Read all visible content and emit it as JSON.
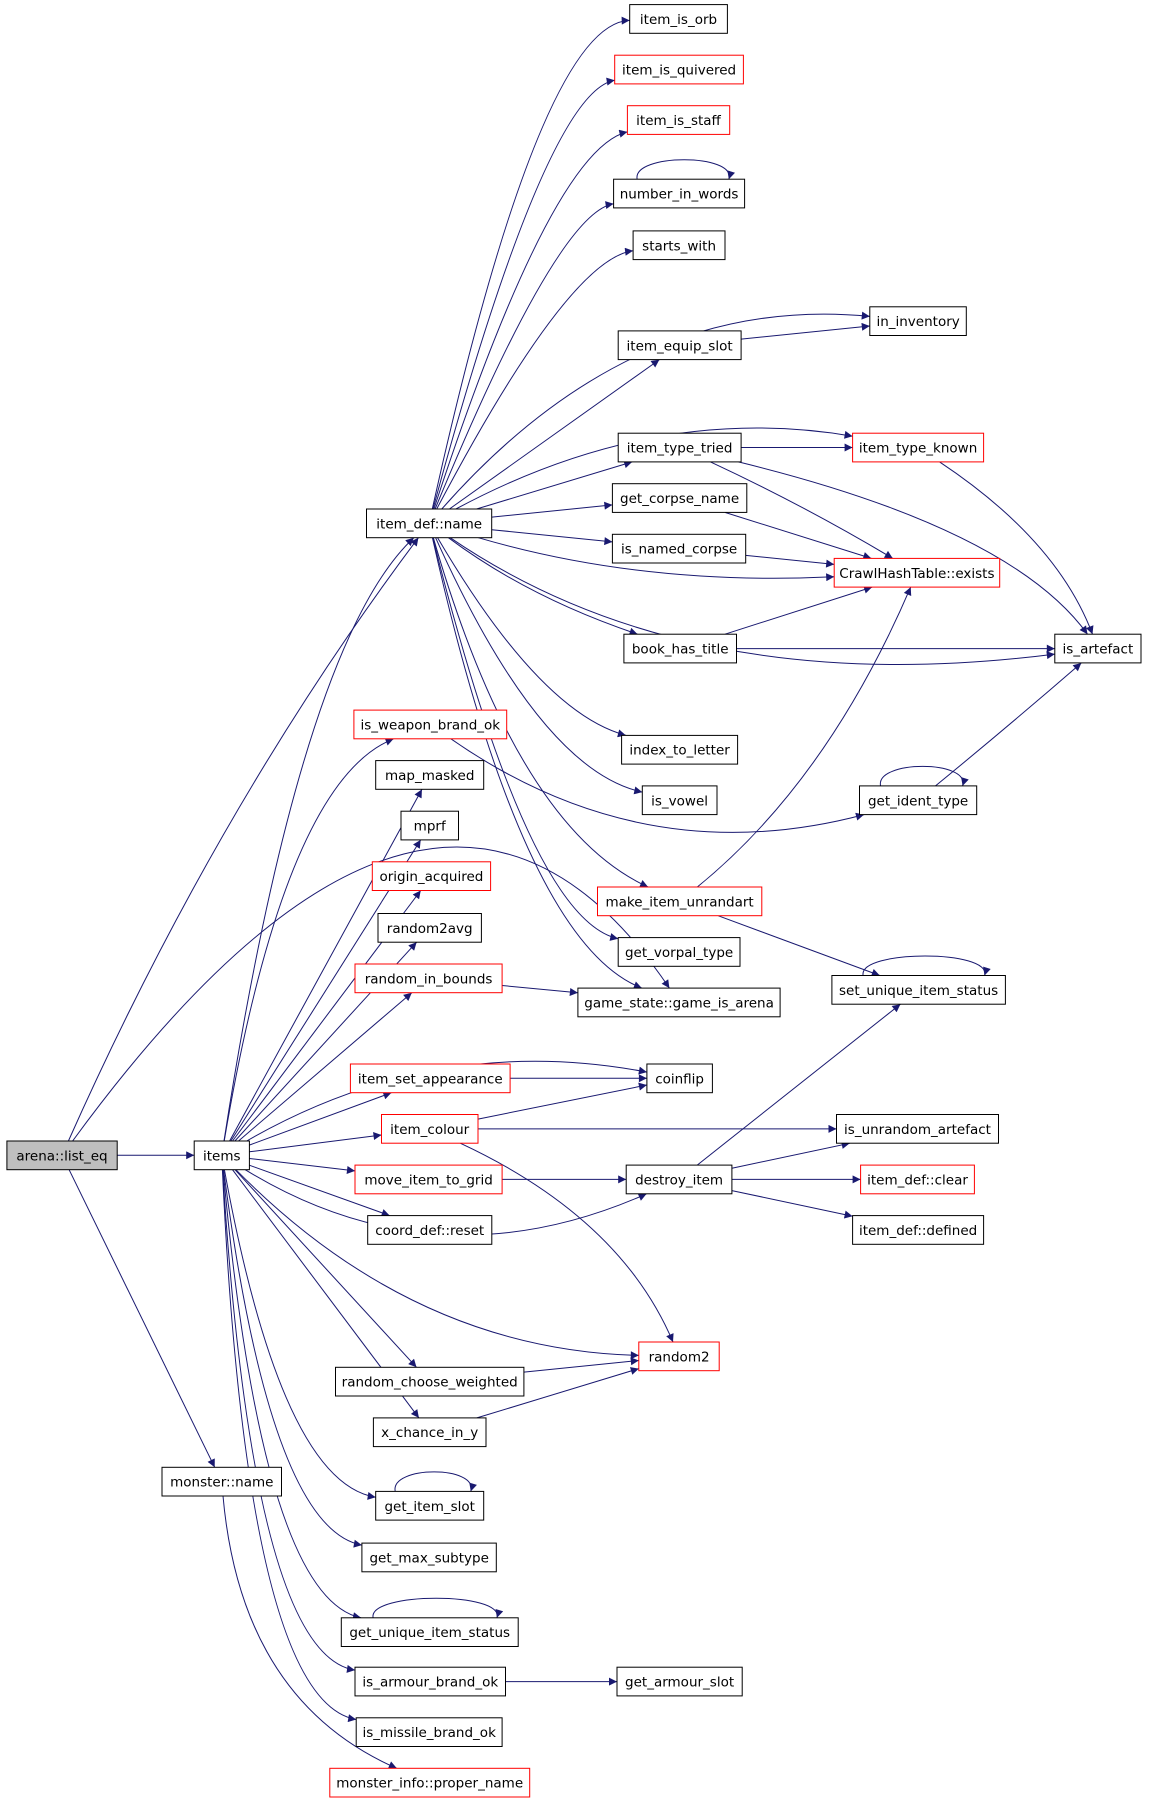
{
  "title": "",
  "colors": {
    "edge": "#191970",
    "red_border": "#ff0000",
    "root_fill": "#bfbfbf"
  },
  "nodes": {
    "list_eq": {
      "label": "arena::list_eq",
      "style": "root"
    },
    "items": {
      "label": "items",
      "style": "normal"
    },
    "monster_name": {
      "label": "monster::name",
      "style": "normal"
    },
    "item_def_name": {
      "label": "item_def::name",
      "style": "normal"
    },
    "item_is_orb": {
      "label": "item_is_orb",
      "style": "normal"
    },
    "item_is_quivered": {
      "label": "item_is_quivered",
      "style": "red"
    },
    "item_is_staff": {
      "label": "item_is_staff",
      "style": "red"
    },
    "number_in_words": {
      "label": "number_in_words",
      "style": "normal"
    },
    "starts_with": {
      "label": "starts_with",
      "style": "normal"
    },
    "in_inventory": {
      "label": "in_inventory",
      "style": "normal"
    },
    "item_equip_slot": {
      "label": "item_equip_slot",
      "style": "normal"
    },
    "item_type_tried": {
      "label": "item_type_tried",
      "style": "normal"
    },
    "item_type_known": {
      "label": "item_type_known",
      "style": "red"
    },
    "get_corpse_name": {
      "label": "get_corpse_name",
      "style": "normal"
    },
    "is_named_corpse": {
      "label": "is_named_corpse",
      "style": "normal"
    },
    "crawl_exists": {
      "label": "CrawlHashTable::exists",
      "style": "red"
    },
    "book_has_title": {
      "label": "book_has_title",
      "style": "normal"
    },
    "is_artefact": {
      "label": "is_artefact",
      "style": "normal"
    },
    "is_weapon_brand_ok": {
      "label": "is_weapon_brand_ok",
      "style": "red"
    },
    "index_to_letter": {
      "label": "index_to_letter",
      "style": "normal"
    },
    "map_masked": {
      "label": "map_masked",
      "style": "normal"
    },
    "is_vowel": {
      "label": "is_vowel",
      "style": "normal"
    },
    "get_ident_type": {
      "label": "get_ident_type",
      "style": "normal"
    },
    "mprf": {
      "label": "mprf",
      "style": "normal"
    },
    "origin_acquired": {
      "label": "origin_acquired",
      "style": "red"
    },
    "make_item_unrandart": {
      "label": "make_item_unrandart",
      "style": "red"
    },
    "random2avg": {
      "label": "random2avg",
      "style": "normal"
    },
    "get_vorpal_type": {
      "label": "get_vorpal_type",
      "style": "normal"
    },
    "random_in_bounds": {
      "label": "random_in_bounds",
      "style": "red"
    },
    "set_unique_item_status": {
      "label": "set_unique_item_status",
      "style": "normal"
    },
    "game_is_arena": {
      "label": "game_state::game_is_arena",
      "style": "normal"
    },
    "item_set_appearance": {
      "label": "item_set_appearance",
      "style": "red"
    },
    "coinflip": {
      "label": "coinflip",
      "style": "normal"
    },
    "item_colour": {
      "label": "item_colour",
      "style": "red"
    },
    "is_unrandom_artefact": {
      "label": "is_unrandom_artefact",
      "style": "normal"
    },
    "move_item_to_grid": {
      "label": "move_item_to_grid",
      "style": "red"
    },
    "destroy_item": {
      "label": "destroy_item",
      "style": "normal"
    },
    "item_def_clear": {
      "label": "item_def::clear",
      "style": "red"
    },
    "coord_def_reset": {
      "label": "coord_def::reset",
      "style": "normal"
    },
    "item_def_defined": {
      "label": "item_def::defined",
      "style": "normal"
    },
    "random2": {
      "label": "random2",
      "style": "red"
    },
    "random_choose_weighted": {
      "label": "random_choose_weighted",
      "style": "normal"
    },
    "x_chance_in_y": {
      "label": "x_chance_in_y",
      "style": "normal"
    },
    "get_item_slot": {
      "label": "get_item_slot",
      "style": "normal"
    },
    "get_max_subtype": {
      "label": "get_max_subtype",
      "style": "normal"
    },
    "get_unique_item_status": {
      "label": "get_unique_item_status",
      "style": "normal"
    },
    "is_armour_brand_ok": {
      "label": "is_armour_brand_ok",
      "style": "normal"
    },
    "get_armour_slot": {
      "label": "get_armour_slot",
      "style": "normal"
    },
    "is_missile_brand_ok": {
      "label": "is_missile_brand_ok",
      "style": "normal"
    },
    "proper_name": {
      "label": "monster_info::proper_name",
      "style": "red"
    }
  },
  "edges": [
    [
      "list_eq",
      "items"
    ],
    [
      "list_eq",
      "monster_name"
    ],
    [
      "list_eq",
      "item_def_name"
    ],
    [
      "list_eq",
      "game_is_arena"
    ],
    [
      "items",
      "item_def_name"
    ],
    [
      "items",
      "is_weapon_brand_ok"
    ],
    [
      "items",
      "map_masked"
    ],
    [
      "items",
      "mprf"
    ],
    [
      "items",
      "origin_acquired"
    ],
    [
      "items",
      "random2avg"
    ],
    [
      "items",
      "random_in_bounds"
    ],
    [
      "items",
      "item_set_appearance"
    ],
    [
      "items",
      "coinflip"
    ],
    [
      "items",
      "item_colour"
    ],
    [
      "items",
      "move_item_to_grid"
    ],
    [
      "items",
      "coord_def_reset"
    ],
    [
      "items",
      "destroy_item"
    ],
    [
      "items",
      "random2"
    ],
    [
      "items",
      "random_choose_weighted"
    ],
    [
      "items",
      "x_chance_in_y"
    ],
    [
      "items",
      "get_item_slot"
    ],
    [
      "items",
      "get_max_subtype"
    ],
    [
      "items",
      "get_unique_item_status"
    ],
    [
      "items",
      "is_armour_brand_ok"
    ],
    [
      "items",
      "is_missile_brand_ok"
    ],
    [
      "monster_name",
      "proper_name"
    ],
    [
      "item_def_name",
      "item_is_orb"
    ],
    [
      "item_def_name",
      "item_is_quivered"
    ],
    [
      "item_def_name",
      "item_is_staff"
    ],
    [
      "item_def_name",
      "number_in_words"
    ],
    [
      "item_def_name",
      "starts_with"
    ],
    [
      "item_def_name",
      "in_inventory"
    ],
    [
      "item_def_name",
      "item_equip_slot"
    ],
    [
      "item_def_name",
      "item_type_tried"
    ],
    [
      "item_def_name",
      "item_type_known"
    ],
    [
      "item_def_name",
      "get_corpse_name"
    ],
    [
      "item_def_name",
      "is_named_corpse"
    ],
    [
      "item_def_name",
      "crawl_exists"
    ],
    [
      "item_def_name",
      "book_has_title"
    ],
    [
      "item_def_name",
      "is_artefact"
    ],
    [
      "item_def_name",
      "index_to_letter"
    ],
    [
      "item_def_name",
      "is_vowel"
    ],
    [
      "item_def_name",
      "make_item_unrandart"
    ],
    [
      "item_def_name",
      "get_vorpal_type"
    ],
    [
      "item_def_name",
      "game_is_arena"
    ],
    [
      "item_equip_slot",
      "in_inventory"
    ],
    [
      "item_type_tried",
      "item_type_known"
    ],
    [
      "item_type_tried",
      "crawl_exists"
    ],
    [
      "item_type_tried",
      "is_artefact"
    ],
    [
      "item_type_known",
      "is_artefact"
    ],
    [
      "get_corpse_name",
      "crawl_exists"
    ],
    [
      "is_named_corpse",
      "crawl_exists"
    ],
    [
      "book_has_title",
      "crawl_exists"
    ],
    [
      "book_has_title",
      "is_artefact"
    ],
    [
      "get_ident_type",
      "is_artefact"
    ],
    [
      "is_weapon_brand_ok",
      "get_ident_type"
    ],
    [
      "make_item_unrandart",
      "crawl_exists"
    ],
    [
      "make_item_unrandart",
      "set_unique_item_status"
    ],
    [
      "random_in_bounds",
      "game_is_arena"
    ],
    [
      "item_set_appearance",
      "coinflip"
    ],
    [
      "item_colour",
      "coinflip"
    ],
    [
      "item_colour",
      "is_unrandom_artefact"
    ],
    [
      "item_colour",
      "random2"
    ],
    [
      "move_item_to_grid",
      "destroy_item"
    ],
    [
      "destroy_item",
      "set_unique_item_status"
    ],
    [
      "destroy_item",
      "is_unrandom_artefact"
    ],
    [
      "destroy_item",
      "item_def_clear"
    ],
    [
      "destroy_item",
      "item_def_defined"
    ],
    [
      "random_choose_weighted",
      "random2"
    ],
    [
      "x_chance_in_y",
      "random2"
    ],
    [
      "is_armour_brand_ok",
      "get_armour_slot"
    ],
    [
      "number_in_words",
      "number_in_words"
    ],
    [
      "get_ident_type",
      "get_ident_type"
    ],
    [
      "set_unique_item_status",
      "set_unique_item_status"
    ],
    [
      "get_item_slot",
      "get_item_slot"
    ],
    [
      "get_unique_item_status",
      "get_unique_item_status"
    ]
  ]
}
